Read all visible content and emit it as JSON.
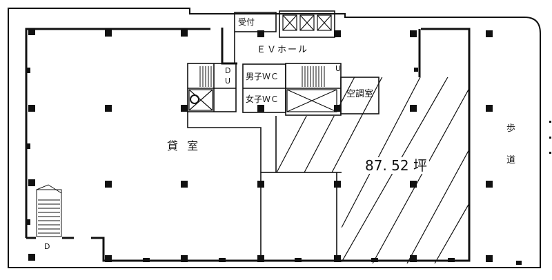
{
  "labels": {
    "reception": "受付",
    "ev_hall": "ＥＶホール",
    "men_wc": "男子ＷＣ",
    "women_wc": "女子ＷＣ",
    "ac_room": "空調室",
    "rental_room": "貸 室",
    "area": "87. 52 坪",
    "sidewalk_1": "歩",
    "sidewalk_2": "道",
    "stair_left_d": "D",
    "stair_left_u": "U",
    "stair_right_u": "U",
    "stair_bottom_d": "D"
  },
  "colors": {
    "line": "#111111",
    "background": "#ffffff"
  }
}
